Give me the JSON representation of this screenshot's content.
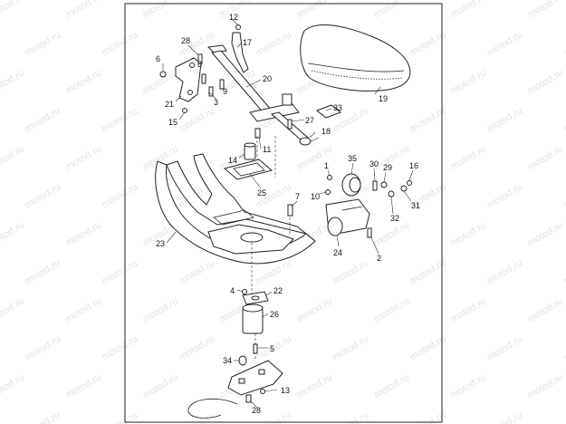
{
  "watermark": "motod.ru",
  "callouts": [
    "12",
    "28",
    "17",
    "6",
    "8",
    "20",
    "9",
    "3",
    "21",
    "15",
    "19",
    "33",
    "27",
    "18",
    "11",
    "14",
    "25",
    "1",
    "35",
    "30",
    "29",
    "16",
    "10",
    "7",
    "31",
    "32",
    "24",
    "2",
    "23",
    "4",
    "22",
    "26",
    "5",
    "34",
    "13",
    "28"
  ]
}
